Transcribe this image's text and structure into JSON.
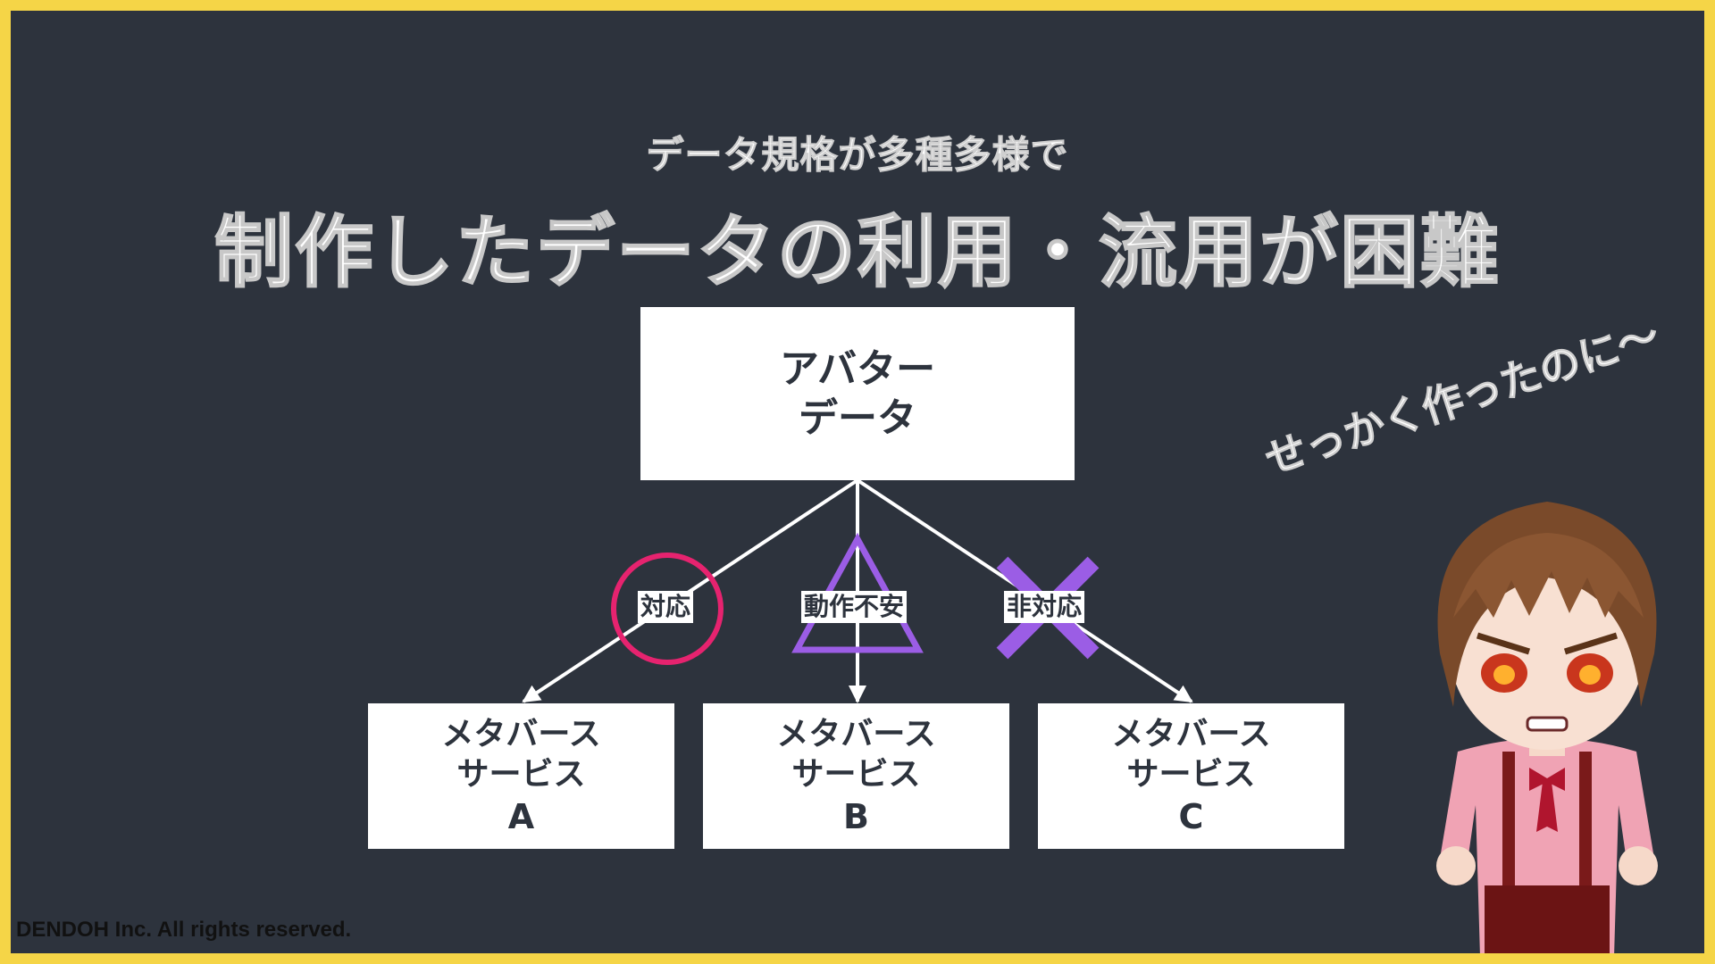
{
  "slide": {
    "subtitle": "データ規格が多種多様で",
    "title": "制作したデータの利用・流用が困難",
    "copyright": "DENDOH Inc. All rights reserved.",
    "speech": "せっかく作ったのに〜"
  },
  "diagram": {
    "source": {
      "line1": "アバター",
      "line2": "データ"
    },
    "services": [
      {
        "line1": "メタバース",
        "line2": "サービス",
        "letter": "A"
      },
      {
        "line1": "メタバース",
        "line2": "サービス",
        "letter": "B"
      },
      {
        "line1": "メタバース",
        "line2": "サービス",
        "letter": "C"
      }
    ],
    "edges": [
      {
        "label": "対応",
        "mark": "circle-icon",
        "mark_color": "#e6236f"
      },
      {
        "label": "動作不安",
        "mark": "triangle-icon",
        "mark_color": "#9b5de5"
      },
      {
        "label": "非対応",
        "mark": "cross-icon",
        "mark_color": "#9b5de5"
      }
    ]
  },
  "colors": {
    "border": "#f5d547",
    "background": "#2d333d",
    "box": "#ffffff",
    "text_dark": "#2d333d"
  }
}
